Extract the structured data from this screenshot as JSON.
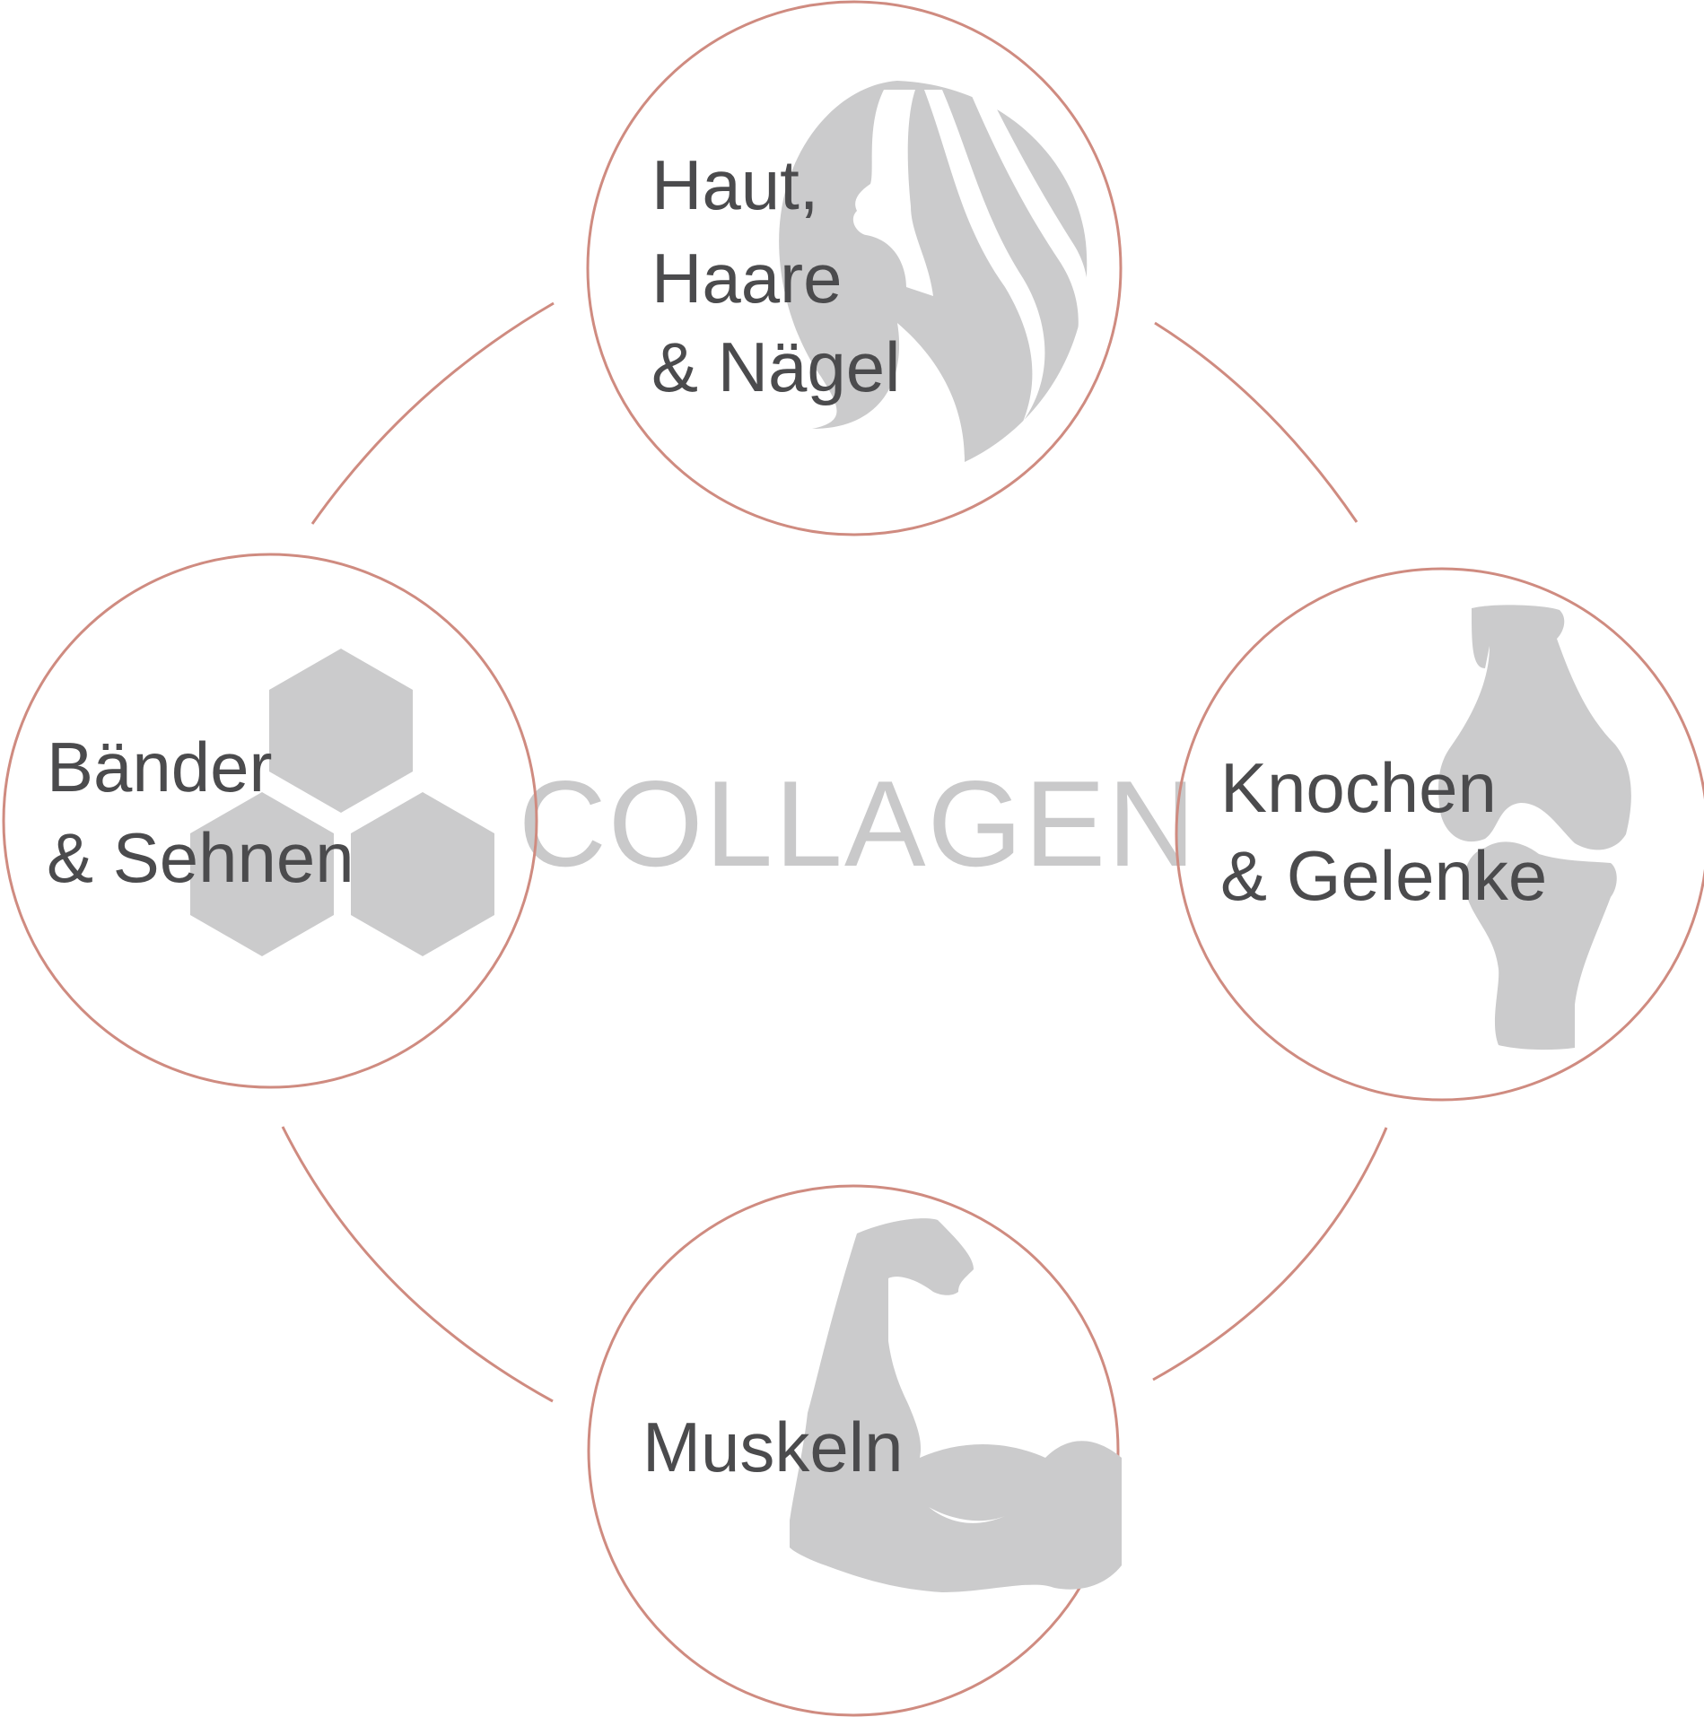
{
  "diagram": {
    "center_title": "COLLAGEN",
    "colors": {
      "ring_stroke": "#cf8b80",
      "icon_fill": "#cbcbcc",
      "label_text": "#4b4b4d",
      "center_text": "#c9c9ca"
    },
    "nodes": [
      {
        "id": "hair",
        "icon": "woman-hair-icon",
        "lines": [
          "Haut,",
          "Haare",
          "& Nägel"
        ]
      },
      {
        "id": "bones",
        "icon": "knee-joint-icon",
        "lines": [
          "Knochen",
          "& Gelenke"
        ]
      },
      {
        "id": "muscles",
        "icon": "flexed-arm-icon",
        "lines": [
          "Muskeln"
        ]
      },
      {
        "id": "ligaments",
        "icon": "hexagons-icon",
        "lines": [
          "Bänder",
          "& Sehnen"
        ]
      }
    ]
  }
}
